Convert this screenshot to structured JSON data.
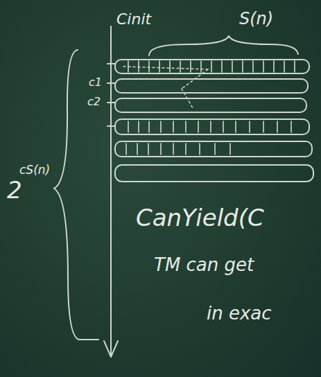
{
  "diagram": {
    "labels": [
      "Cinit",
      "S(n)",
      "c1",
      "c2",
      "2",
      "cS(n)",
      "CanYield(C",
      "TM can get",
      "in exac"
    ]
  }
}
